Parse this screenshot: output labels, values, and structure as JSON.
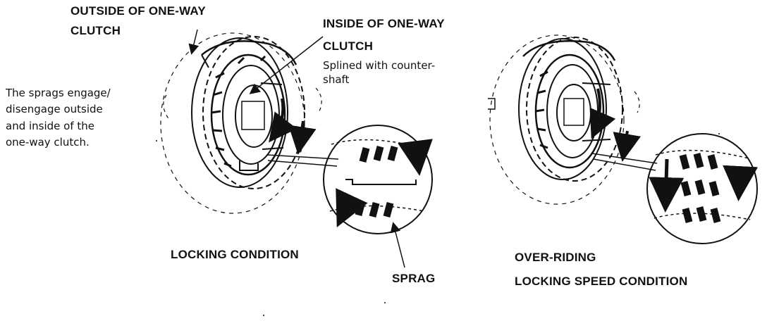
{
  "labels": {
    "outside_line1": "OUTSIDE OF ONE-WAY",
    "outside_line2": "CLUTCH",
    "inside_line1": "INSIDE OF ONE-WAY",
    "inside_line2": "CLUTCH",
    "splined_line1": "Splined with counter-",
    "splined_line2": "shaft",
    "desc_line1": "The sprags engage/",
    "desc_line2": "disengage outside",
    "desc_line3": "and inside of the",
    "desc_line4": "one-way clutch.",
    "locking": "LOCKING CONDITION",
    "sprag": "SPRAG",
    "overriding_line1": "OVER-RIDING",
    "overriding_line2": "LOCKING SPEED CONDITION"
  }
}
